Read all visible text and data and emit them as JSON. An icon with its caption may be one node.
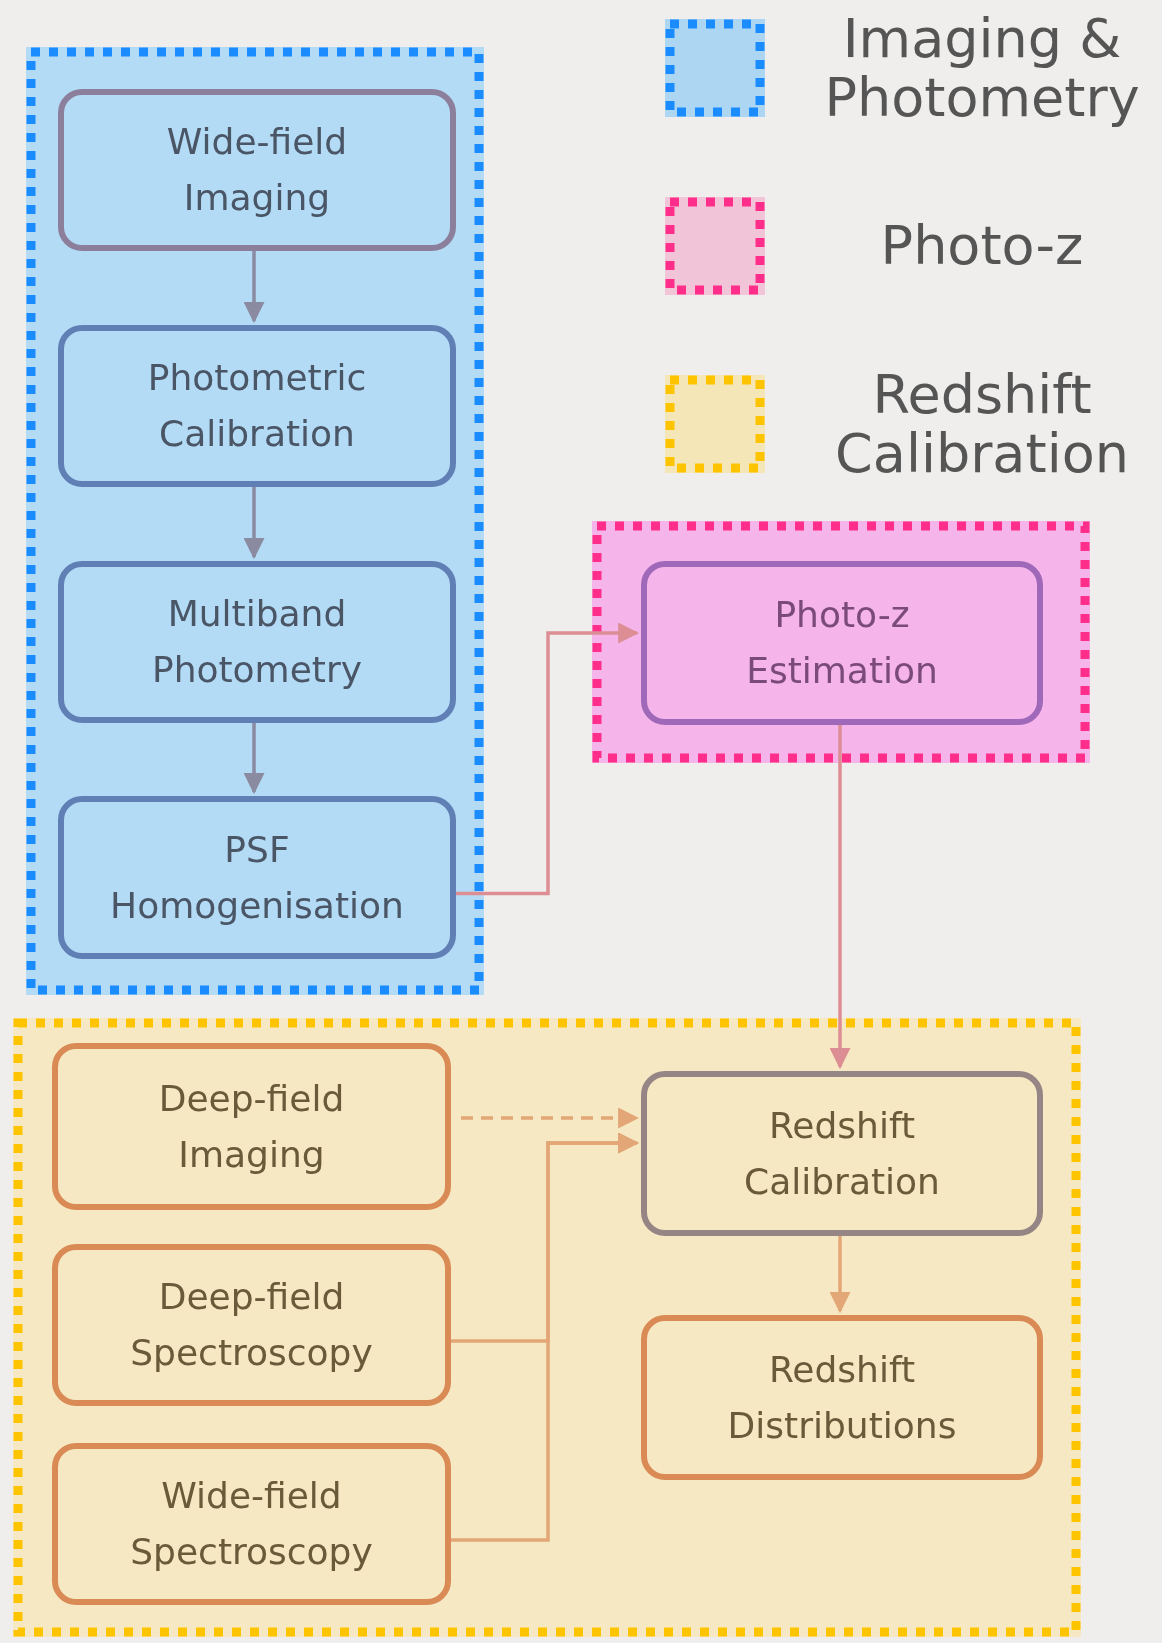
{
  "diagram": {
    "nodes": [
      {
        "text": [],
        "shape": "box"
      },
      {
        "text": [
          "Wide-field Imaging"
        ],
        "in": 0
      },
      {
        "text": [
          "Photometric Calibration"
        ],
        "in": 0
      },
      {
        "text": [
          "Multiband Photometry"
        ],
        "in": 0
      },
      {
        "text": [
          "PSF Homogenisation"
        ],
        "in": 0
      },
      {
        "text": [],
        "shape": "box"
      },
      {
        "text": [
          "Photo-z Estimation"
        ],
        "in": 5
      },
      {
        "text": [],
        "shape": "box"
      },
      {
        "text": [
          "Deep-field Imaging"
        ],
        "in": 7
      },
      {
        "text": [
          "Deep-field Spectroscopy"
        ],
        "in": 7
      },
      {
        "text": [
          "Wide-field Spectroscopy"
        ],
        "in": 7
      },
      {
        "text": [
          "Redshift Calibration"
        ],
        "in": 7
      },
      {
        "text": [
          "Redshift Distributions"
        ],
        "in": 7
      }
    ],
    "edges": [
      {
        "from": 1,
        "to": 2,
        "arrow": "to",
        "color": "#8a8aa0"
      },
      {
        "from": 2,
        "to": 3,
        "arrow": "to",
        "color": "#8a8aa0"
      },
      {
        "from": 3,
        "to": 4,
        "arrow": "to",
        "color": "#8a8aa0"
      },
      {
        "from": 4,
        "to": 6,
        "arrow": "to",
        "color": "#dc8e94"
      },
      {
        "from": 6,
        "to": 11,
        "arrow": "to",
        "color": "#dc8e94"
      },
      {
        "from": 8,
        "to": 11,
        "arrow": "to",
        "style": "dashed"
      },
      {
        "from": 9,
        "to": 11,
        "arrow": "to"
      },
      {
        "from": 10,
        "to": 11,
        "arrow": "to"
      },
      {
        "from": 11,
        "to": 12,
        "arrow": "to"
      }
    ],
    "legend": [
      {
        "text": "Imaging & Photometry",
        "color": "#acd6f2"
      },
      {
        "text": "Photo-z",
        "color": "#f2c4d8"
      },
      {
        "text": "Redshift Calibration",
        "color": "#f5e6b8"
      }
    ]
  }
}
